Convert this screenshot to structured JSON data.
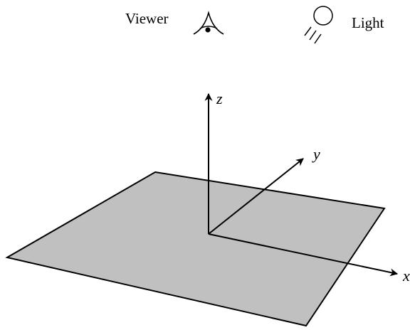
{
  "legend": {
    "viewer_label": "Viewer",
    "light_label": "Light",
    "viewer_icon": "eye-icon",
    "light_icon": "light-source-icon"
  },
  "axes": {
    "x_label": "x",
    "y_label": "y",
    "z_label": "z"
  },
  "colors": {
    "plane_fill": "#c0c0c0",
    "stroke": "#000000",
    "background": "#ffffff"
  }
}
